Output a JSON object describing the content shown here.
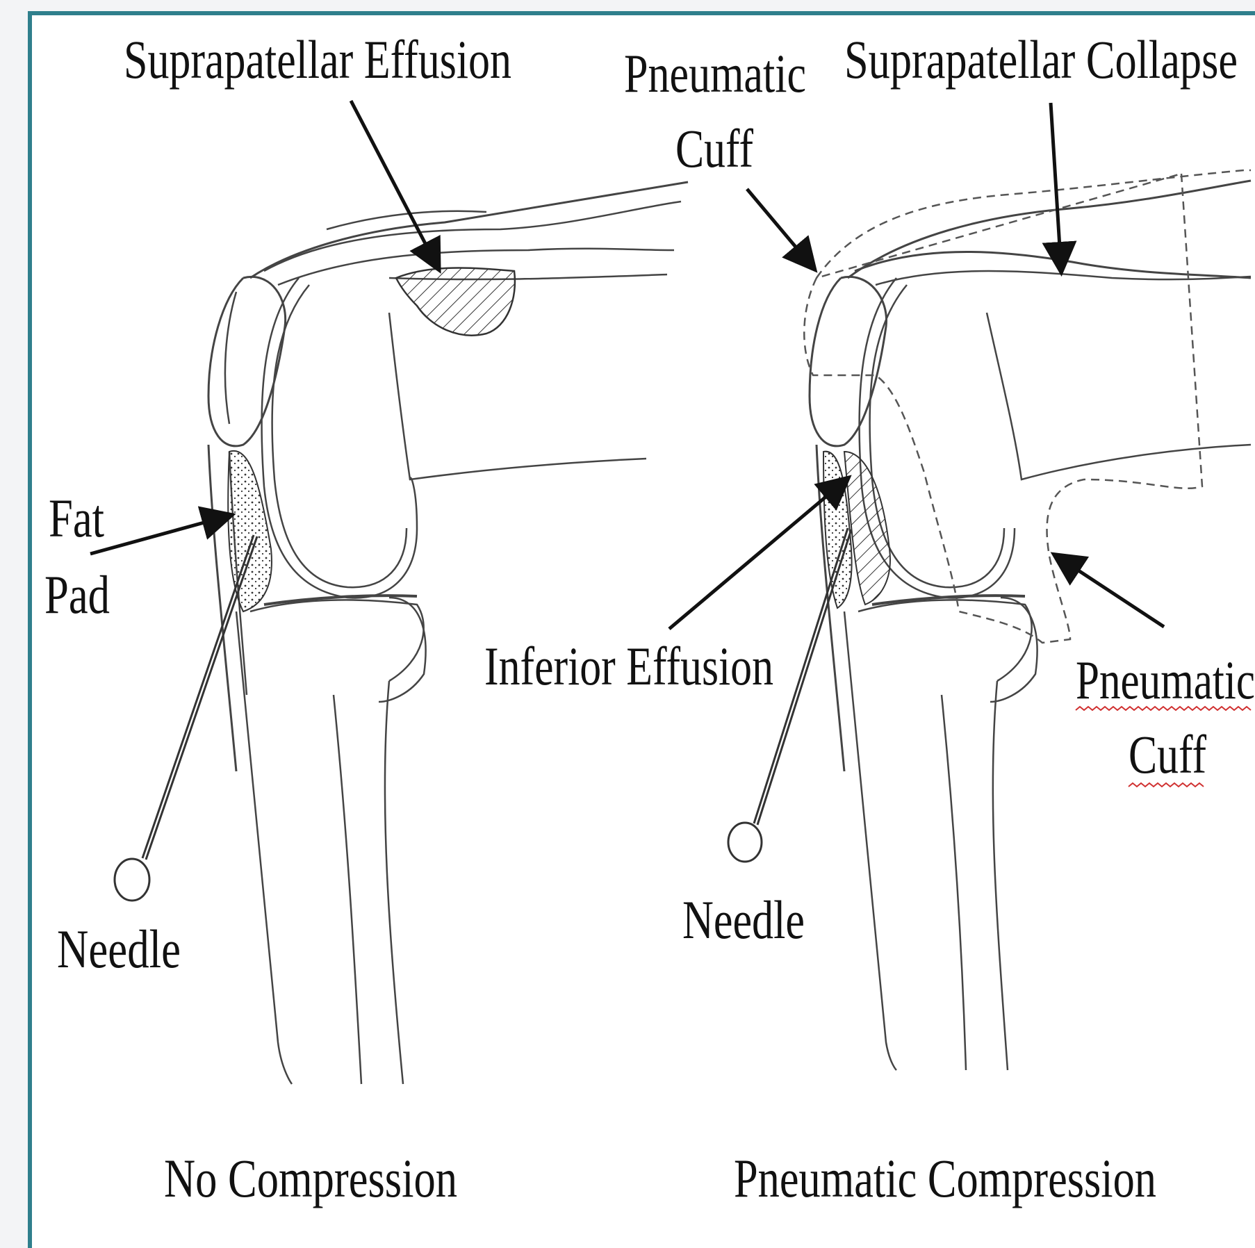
{
  "labels": {
    "suprapatellar_effusion": "Suprapatellar Effusion",
    "pneumatic_cuff_top_line1": "Pneumatic",
    "pneumatic_cuff_top_line2": "Cuff",
    "suprapatellar_collapse": "Suprapatellar Collapse",
    "fat_pad_line1": "Fat",
    "fat_pad_line2": "Pad",
    "inferior_effusion": "Inferior Effusion",
    "pneumatic_cuff_right_line1": "Pneumatic",
    "pneumatic_cuff_right_line2": "Cuff",
    "needle_left": "Needle",
    "needle_right": "Needle",
    "caption_left": "No Compression",
    "caption_right": "Pneumatic Compression"
  },
  "colors": {
    "frame": "#2f7f8c",
    "ink": "#111111",
    "sketch": "#444444",
    "spellcheck": "#d03030"
  }
}
